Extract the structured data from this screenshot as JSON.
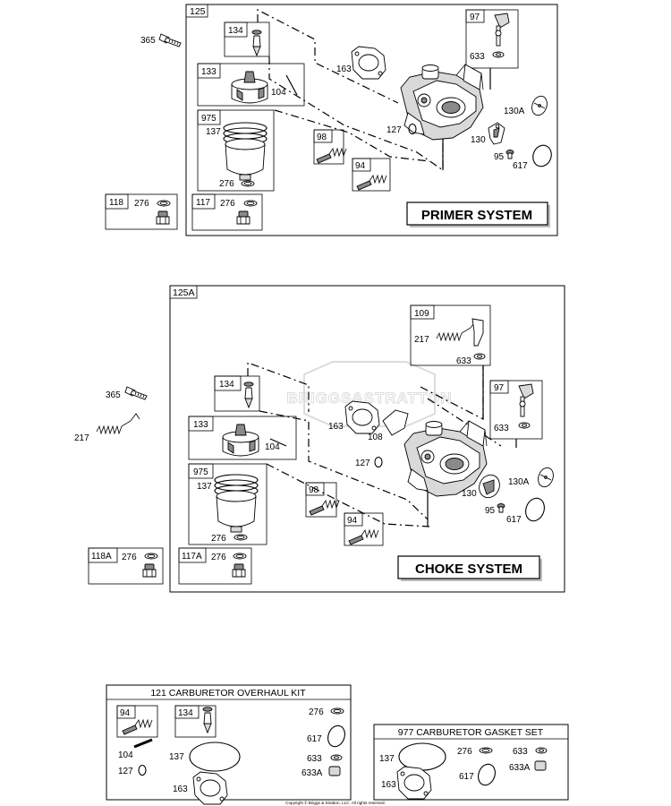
{
  "primer": {
    "title": "PRIMER SYSTEM",
    "group": "125",
    "labels": {
      "p365": "365",
      "p134": "134",
      "p133": "133",
      "p104": "104",
      "p975": "975",
      "p137": "137",
      "p276a": "276",
      "p118": "118",
      "p276b": "276",
      "p117": "117",
      "p276c": "276",
      "p163": "163",
      "p97": "97",
      "p633": "633",
      "p130A": "130A",
      "p127": "127",
      "p130": "130",
      "p98": "98",
      "p94": "94",
      "p95": "95",
      "p617": "617"
    }
  },
  "choke": {
    "title": "CHOKE SYSTEM",
    "group": "125A",
    "labels": {
      "p365": "365",
      "p217a": "217",
      "p134": "134",
      "p133": "133",
      "p104": "104",
      "p975": "975",
      "p137": "137",
      "p276a": "276",
      "p118A": "118A",
      "p276b": "276",
      "p117A": "117A",
      "p276c": "276",
      "p109": "109",
      "p217b": "217",
      "p633a": "633",
      "p97": "97",
      "p633b": "633",
      "p163": "163",
      "p108": "108",
      "p127": "127",
      "p130A": "130A",
      "p130": "130",
      "p98": "98",
      "p94": "94",
      "p95": "95",
      "p617": "617"
    }
  },
  "kit121": {
    "title": "121 CARBURETOR OVERHAUL KIT",
    "labels": {
      "p94": "94",
      "p134": "134",
      "p104": "104",
      "p127": "127",
      "p137": "137",
      "p163": "163",
      "p276": "276",
      "p617": "617",
      "p633": "633",
      "p633A": "633A"
    }
  },
  "kit977": {
    "title": "977 CARBURETOR GASKET SET",
    "labels": {
      "p137": "137",
      "p163": "163",
      "p276": "276",
      "p617": "617",
      "p633": "633",
      "p633A": "633A"
    }
  },
  "watermark": "BRIGGS&STRATTON",
  "copyright": "Copyright © Briggs & Stratton, LLC. All rights reserved."
}
